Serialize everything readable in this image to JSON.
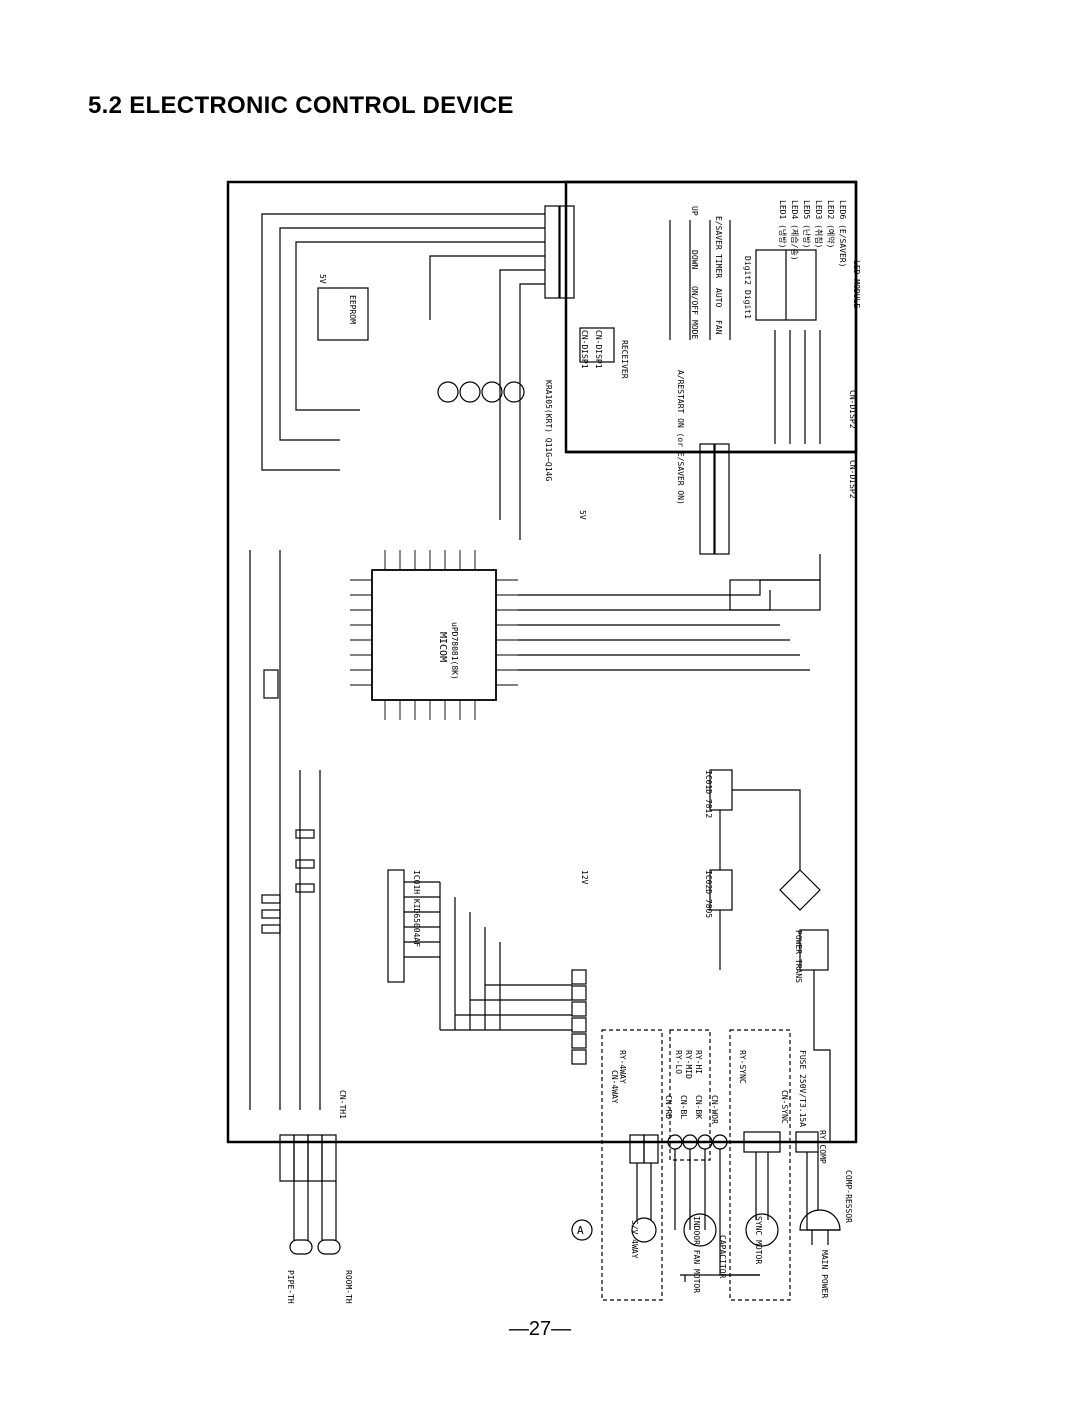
{
  "page": {
    "title": "5.2 ELECTRONIC CONTROL DEVICE",
    "page_number": "—27—"
  },
  "schematic": {
    "connectors_top": [
      "CN-DISP1",
      "CN-DISP1",
      "CN-DISP2",
      "CN-DISP2"
    ],
    "led_module": "LED MODULE",
    "leds": [
      "LED1 (냉방)",
      "LED4 (제습/송)",
      "LED5 (난방)",
      "LED3 (취침)",
      "LED2 (예약)",
      "LED6 (E/SAVER)"
    ],
    "keys_row1": [
      "UP",
      "DOWN",
      "ON/OFF",
      "MODE"
    ],
    "keys_row2": [
      "E/SAVER",
      "TIMER",
      "AUTO",
      "FAN"
    ],
    "digits": [
      "Digit2",
      "Digit1"
    ],
    "micom_label": "MICOM",
    "micom_part": "uPD78081(8K)",
    "eeprom": "EEPROM",
    "receiver": "RECEIVER",
    "sw_label": "A/RESTART ON (or E/SAVER ON)",
    "transistor_part": "KRA105(KRT) Q11G~Q14G",
    "power_trans": "POWER TRANS",
    "fuse": "FUSE 250V/T3.15A",
    "regulators": [
      "IC01D 7812",
      "IC02D 7805"
    ],
    "driver_ic": "IC01H KID65004AF",
    "left_side_labels": [
      "CN-TH1",
      "PIPE-TH",
      "ROOM-TH"
    ],
    "bottom_labels": [
      "CN-4WAY",
      "CN-RD",
      "CN-BL",
      "CN-BK",
      "CN-WOR",
      "CN-SYNC"
    ],
    "loads": [
      "S/V 4WAY",
      "INDOOR FAN MOTOR",
      "CAPACITOR",
      "SYNC MOTOR",
      "MAIN POWER",
      "COMP-RESSOR"
    ],
    "relays": [
      "RY-4WAY",
      "RY-LO",
      "RY-MID",
      "RY-HI",
      "RY-SYNC",
      "RY-COMP"
    ],
    "node_a": "A",
    "supply_5v": "5V",
    "supply_12v": "12V"
  }
}
